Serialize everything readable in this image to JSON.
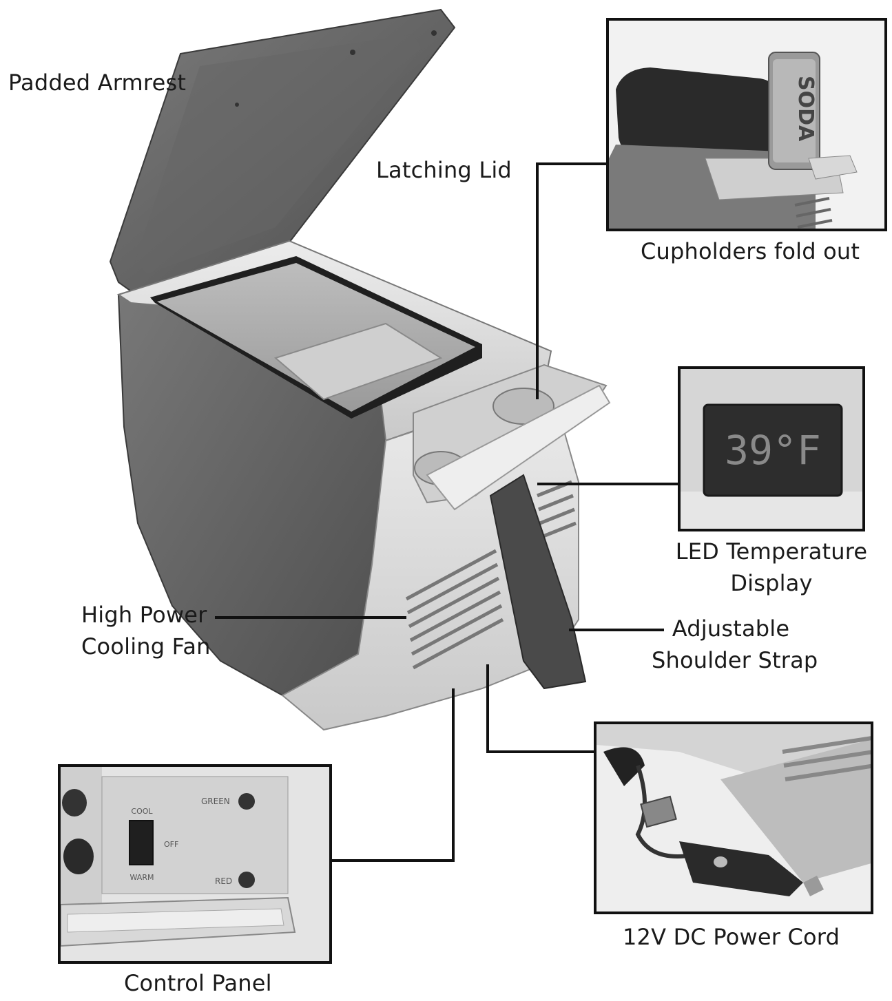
{
  "labels": {
    "padded_armrest": "Padded Armrest",
    "latching_lid": "Latching Lid",
    "cupholders": "Cupholders fold out",
    "led_display_line1": "LED Temperature",
    "led_display_line2": "Display",
    "fan_line1": "High Power",
    "fan_line2": "Cooling Fan",
    "strap_line1": "Adjustable",
    "strap_line2": "Shoulder Strap",
    "power_cord": "12V DC Power Cord",
    "control_panel": "Control Panel"
  },
  "insets": {
    "led_reading": "39°F",
    "cup_can_text": "SODA",
    "control_switch": {
      "top": "COOL",
      "middle": "OFF",
      "bottom": "WARM"
    },
    "indicators": {
      "green": "GREEN",
      "red": "RED"
    }
  },
  "colors": {
    "body_dark": "#6e6e6e",
    "body_light": "#dcdcdc",
    "line": "#111111",
    "background": "#ffffff"
  }
}
